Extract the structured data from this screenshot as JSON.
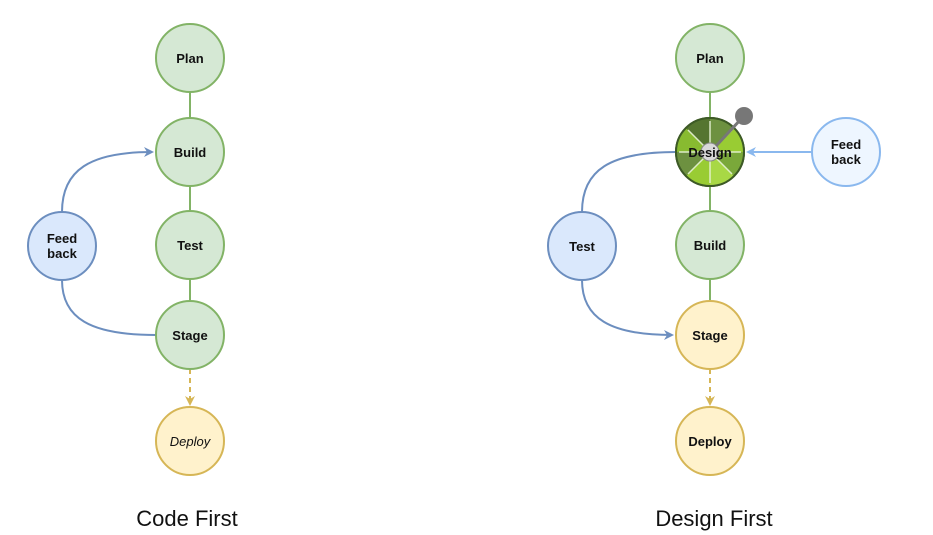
{
  "colors": {
    "green_fill": "#d5e8d4",
    "green_stroke": "#82b366",
    "blue_fill": "#dae8fc",
    "blue_stroke": "#6c8ebf",
    "yellow_fill": "#fff2cc",
    "yellow_stroke": "#d6b656",
    "light_blue_fill": "#eef6ff",
    "light_blue_stroke": "#8ab8ee",
    "design_dark": "#5a7a3a",
    "design_light": "#99cc33"
  },
  "code_first": {
    "caption": "Code First",
    "nodes": {
      "plan": "Plan",
      "build": "Build",
      "test": "Test",
      "stage": "Stage",
      "deploy": "Deploy",
      "feedback_line1": "Feed",
      "feedback_line2": "back"
    }
  },
  "design_first": {
    "caption": "Design First",
    "nodes": {
      "plan": "Plan",
      "design": "Design",
      "build": "Build",
      "stage": "Stage",
      "deploy": "Deploy",
      "test": "Test",
      "feedback_line1": "Feed",
      "feedback_line2": "back"
    }
  }
}
